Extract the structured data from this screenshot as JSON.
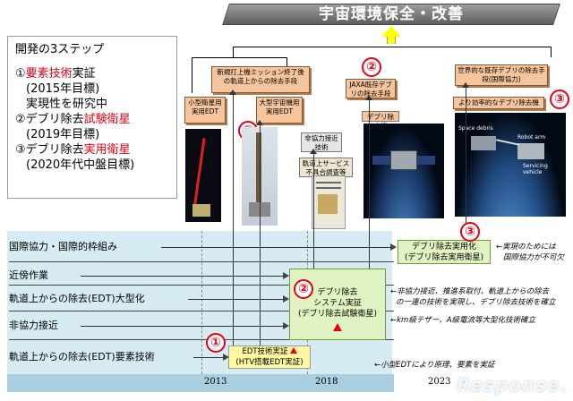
{
  "banner": {
    "title": "宇宙環境保全・改善"
  },
  "steps": {
    "heading": "開発の3ステップ",
    "items": [
      {
        "num": "①",
        "red": "要素技術",
        "rest": "実証",
        "sub1": "(2015年目標)",
        "sub2": "実現性を研究中"
      },
      {
        "num": "②",
        "plain": "デブリ除去",
        "red": "試験衛星",
        "sub1": "(2019年目標)"
      },
      {
        "num": "③",
        "plain": "デブリ除去",
        "red": "実用衛星",
        "sub1": "(2020年代中盤目標)"
      }
    ]
  },
  "labels": {
    "new_launch": "新規打上機ミッション終了後の軌道上からの除去手段",
    "small_sat": "小型衛星用実用EDT",
    "large_sat": "大型宇宙機用実用EDT",
    "noncoop": "非協力接近技術",
    "service": "軌道上サービス不具合調査等",
    "jaxa": "JAXA既存デブリの除去手段",
    "debris_removal": "デブリ除去機",
    "world": "世界的な既存デブリの除去手段(国際協力)",
    "efficient": "より効率的なデブリ除去機"
  },
  "photo_labels": {
    "space_debris": "Space debris",
    "robot_arm": "Robot arm",
    "servicing": "Servicing vehicle"
  },
  "circles": {
    "one": "①",
    "two": "②",
    "three": "③"
  },
  "rows": {
    "intl": "国際協力・国際的枠組み",
    "proximity": "近傍作業",
    "edt_large": "軌道上からの除去(EDT)大型化",
    "noncoop_approach": "非協力接近",
    "edt_element": "軌道上からの除去(EDT)要素技術"
  },
  "boxes": {
    "system_line1": "デブリ除去",
    "system_line2": "システム実証",
    "system_line3": "(デブリ除去試験衛星)",
    "practical_line1": "デブリ除去実用化",
    "practical_line2": "(デブリ除去実用衛星)",
    "edt_line1": "EDT技術実証",
    "edt_line2": "(HTV搭載EDT実証)"
  },
  "notes": {
    "intl_1": "←実現のためには",
    "intl_2": "国際協力が不可欠",
    "tech_1": "←非協力接近、推進系取付、軌道上からの除去",
    "tech_2": "の一連の技術を実現し、デブリ除去技術を確立",
    "tech_3": "←km級テザー、A級電流等大型化技術確立",
    "small_edt": "←小型EDTにより原理、要素を実証"
  },
  "years": [
    "2013",
    "2018",
    "2023"
  ],
  "watermark": "Response.",
  "colors": {
    "accent_red": "#e60012",
    "chart_bg": "#d7ecf2",
    "green_box": "#e2f3c3",
    "orange_label": "#f6c59e"
  }
}
